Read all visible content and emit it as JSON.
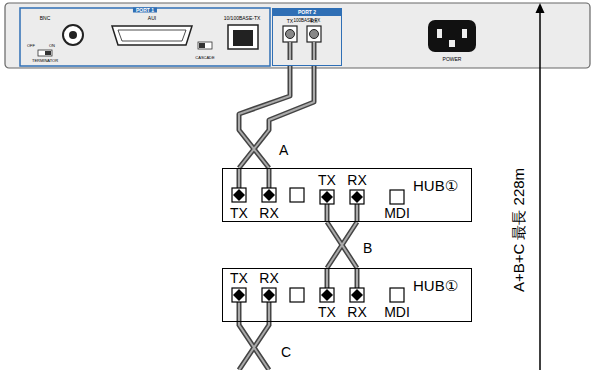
{
  "diagram": {
    "nodes": [
      {
        "text": [
          "PORT 2",
          "100BASE-FX"
        ]
      },
      {
        "text": [
          "HUB①"
        ]
      },
      {
        "text": [
          "HUB①"
        ]
      }
    ],
    "edges": [
      {
        "from": 0,
        "to": 1,
        "arrow": "none",
        "label": "A"
      },
      {
        "from": 1,
        "to": 2,
        "arrow": "none",
        "label": "B"
      }
    ],
    "labels": [
      "PORT 1",
      "BNC",
      "OFF",
      "ON",
      "TERMINATOR",
      "AUI",
      "10/100BASE-TX",
      "CASCADE",
      "TX",
      "RX",
      "POWER",
      "TX",
      "RX",
      "TX",
      "RX",
      "MDI",
      "TX",
      "RX",
      "TX",
      "RX",
      "MDI",
      "C",
      "A+B+C 最長 228m"
    ]
  }
}
